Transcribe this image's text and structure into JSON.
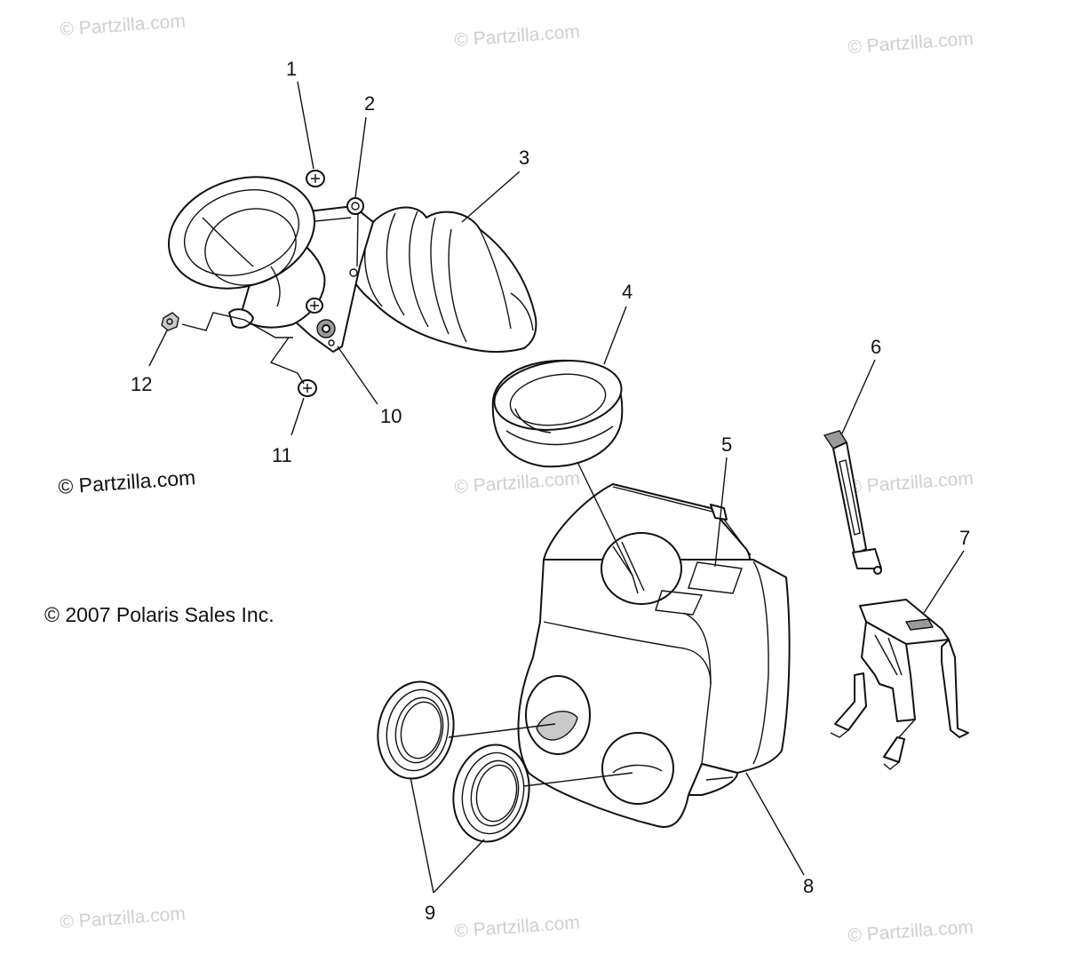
{
  "callouts": [
    "1",
    "2",
    "3",
    "4",
    "5",
    "6",
    "7",
    "8",
    "9",
    "10",
    "11",
    "12"
  ],
  "watermark": "© Partzilla.com",
  "site_credit": "© Partzilla.com",
  "copyright": "© 2007 Polaris Sales Inc."
}
